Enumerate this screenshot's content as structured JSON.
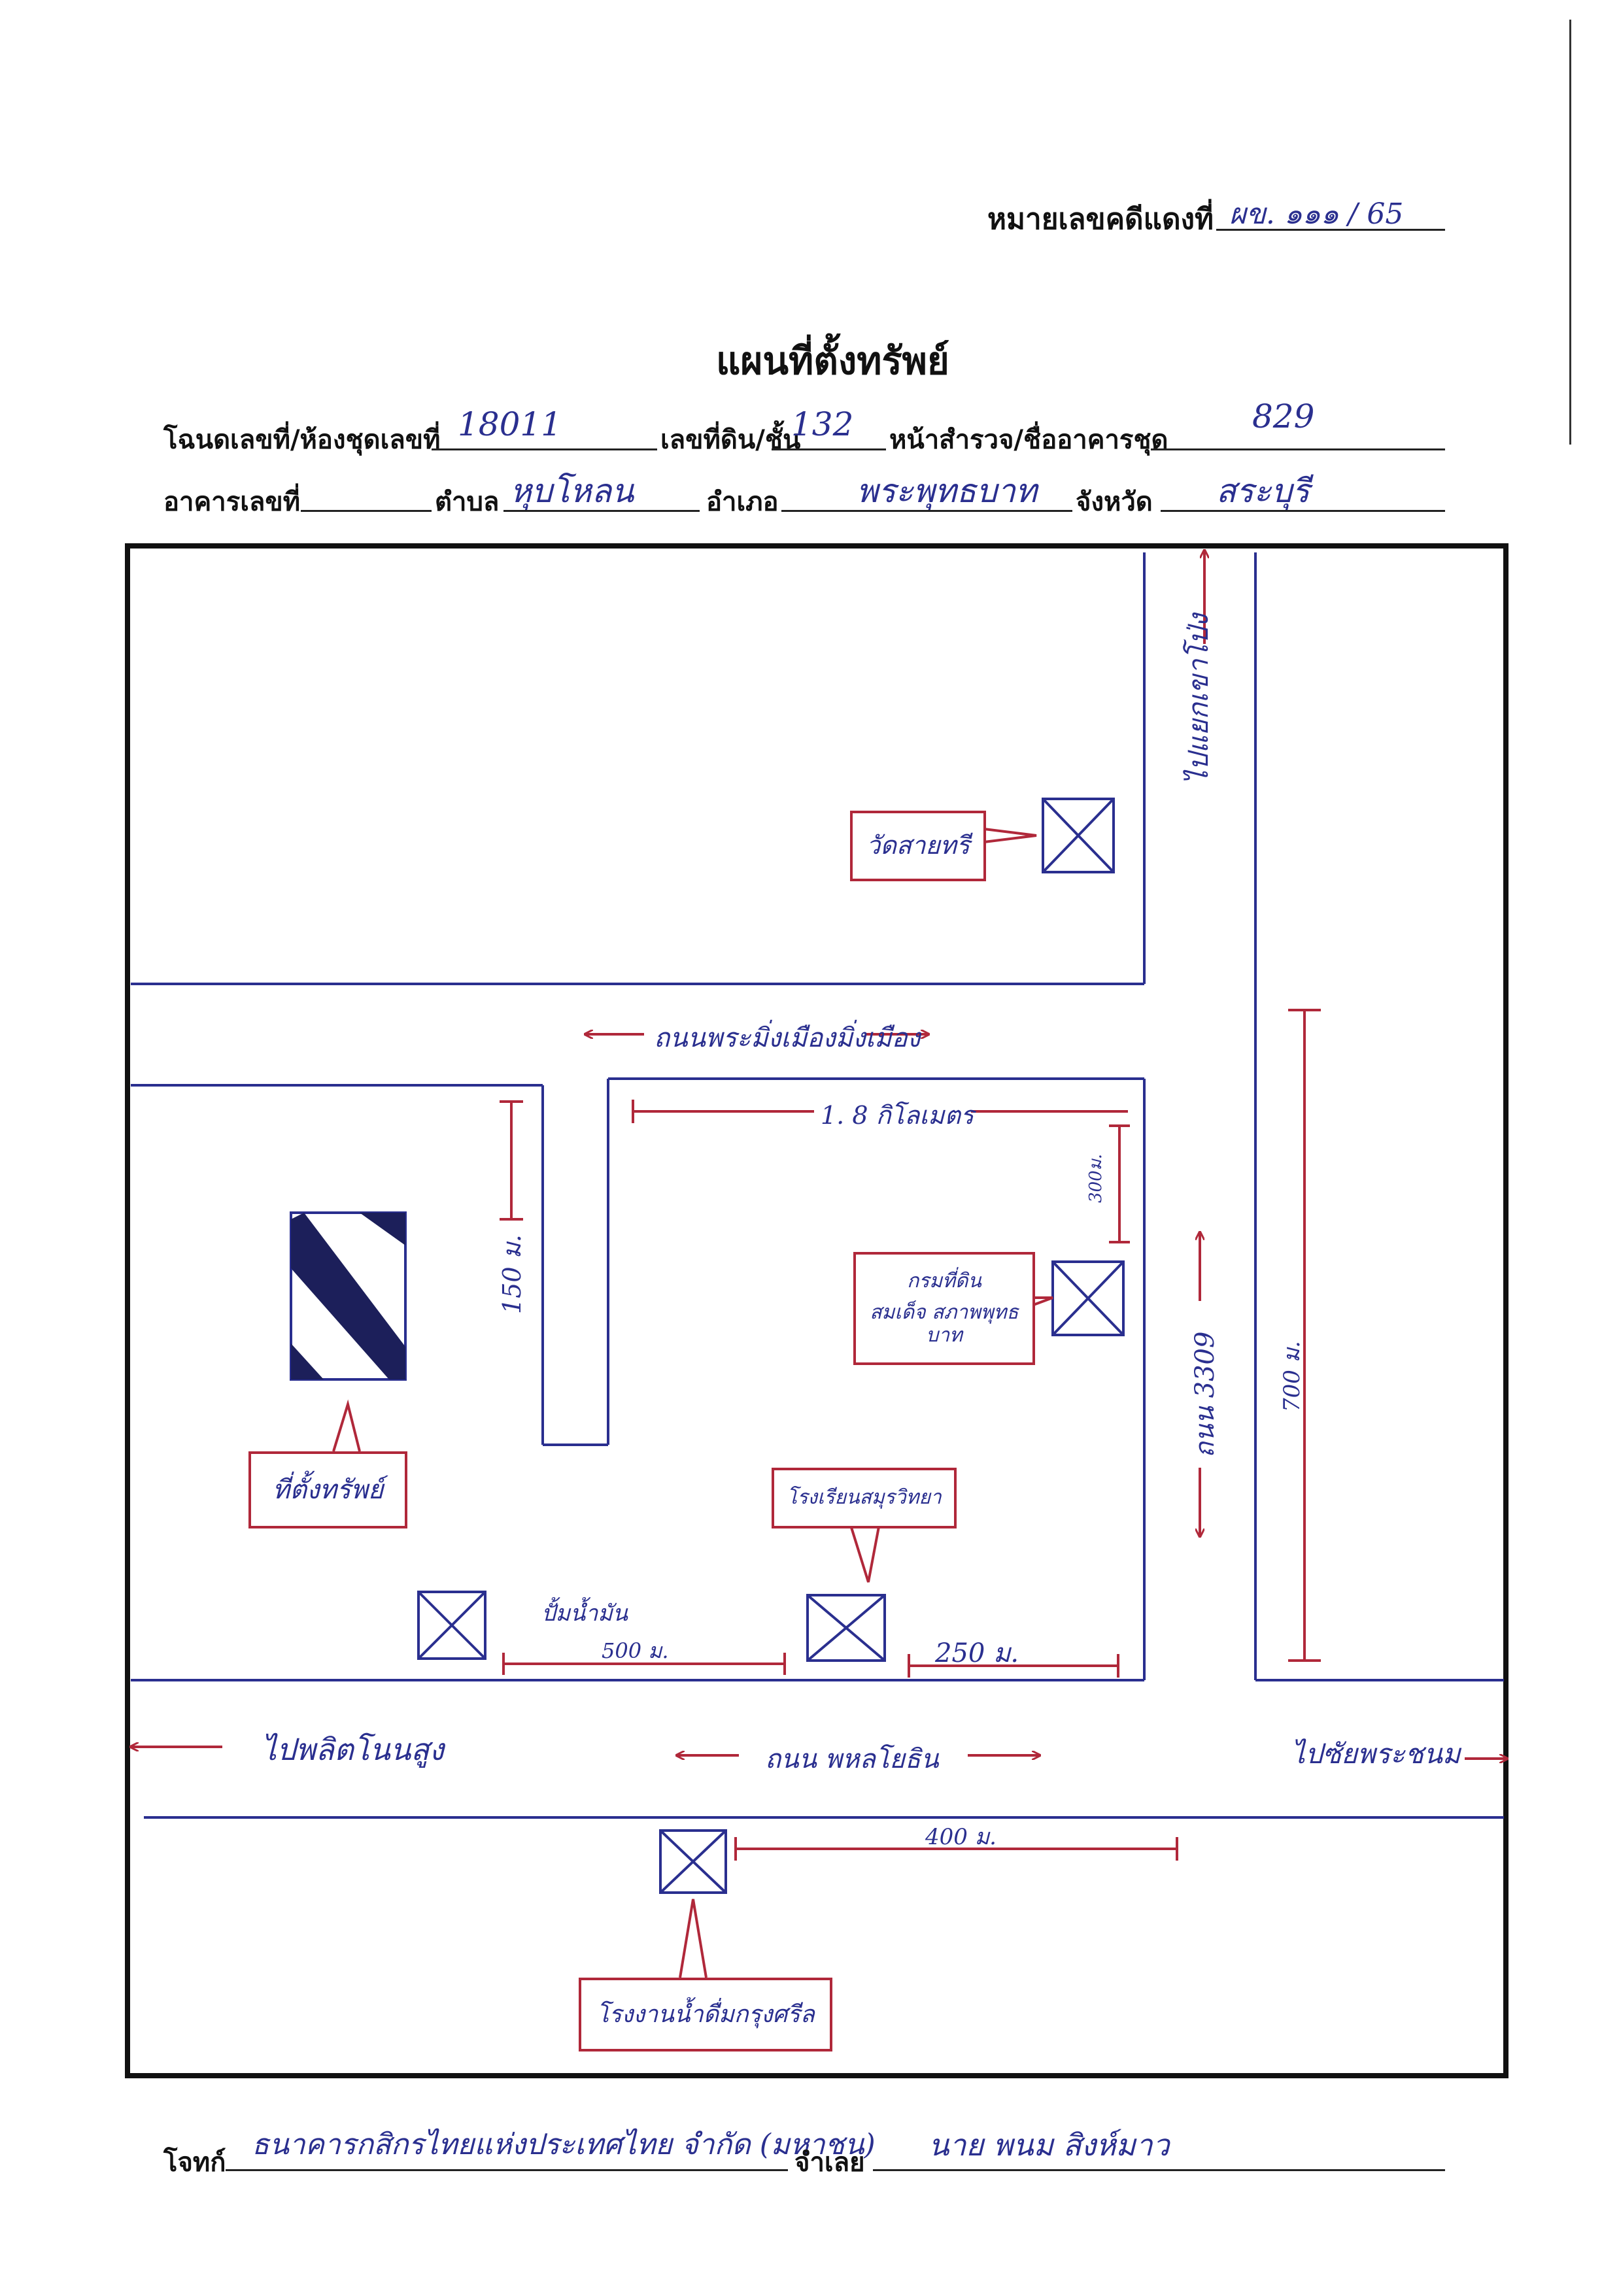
{
  "header": {
    "case_label": "หมายเลขคดีแดงที่",
    "case_value": "ผข. ๑๑๑ / 65",
    "title": "แผนที่ตั้งทรัพย์"
  },
  "fields": {
    "deed_label": "โฉนดเลขที่/ห้องชุดเลขที่",
    "deed_value": "18011",
    "land_no_label": "เลขที่ดิน/ชั้น",
    "land_no_value": "132",
    "survey_label": "หน้าสำรวจ/ชื่ออาคารชุด",
    "survey_value": "829",
    "building_label": "อาคารเลขที่",
    "building_value": "",
    "subdistrict_label": "ตำบล",
    "subdistrict_value": "หุบโหลน",
    "district_label": "อำเภอ",
    "district_value": "พระพุทธบาท",
    "province_label": "จังหวัด",
    "province_value": "สระบุรี"
  },
  "map": {
    "road_top": "ถนนพระมิ่งเมืองมิ่งเมือง",
    "road_right_top": "ไปแยกเขาโป่ง",
    "road_right": "ถนน 3309",
    "road_main": "ถนน พหลโยธิน",
    "to_left": "ไปพลิตโนนสูง",
    "to_right": "ไปซัยพระชนม",
    "dist_1_8km": "1. 8 กิโลเมตร",
    "dist_150m": "150 ม.",
    "dist_300m": "300ม.",
    "dist_700m": "700 ม.",
    "dist_500m": "500 ม.",
    "dist_250m": "250 ม.",
    "dist_400m": "400 ม.",
    "label_pump": "ปั้มน้ำมัน",
    "callout_wat": "วัดสายทรี",
    "callout_land_office_1": "กรมที่ดิน",
    "callout_land_office_2": "สมเด็จ สภาพพุทธบาท",
    "callout_school": "โรงเรียนสมุรวิทยา",
    "callout_property": "ที่ตั้งทรัพย์",
    "callout_factory": "โรงงานน้ำดื่มกรุงศรีล"
  },
  "footer": {
    "plaintiff_label": "โจทก์",
    "plaintiff_value": "ธนาคารกสิกรไทยแห่งประเทศไทย จำกัด (มหาชน)",
    "defendant_label": "จำเลย",
    "defendant_value": "นาย พนม สิงห์มาว"
  },
  "colors": {
    "ink_blue": "#2a2f8f",
    "ink_red": "#b0283a",
    "print_black": "#111111"
  }
}
